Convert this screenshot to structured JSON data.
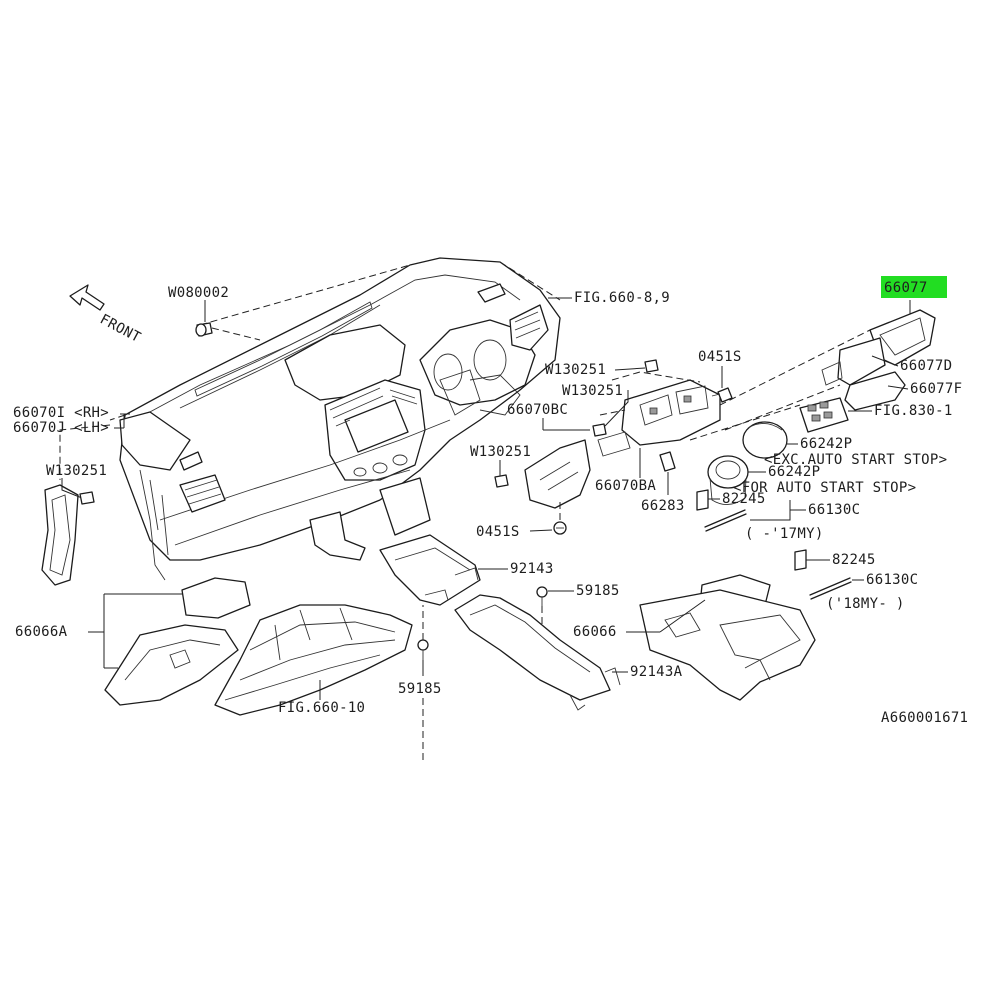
{
  "labels": {
    "w080002": "W080002",
    "front": "FRONT",
    "fig660_89": "FIG.660-8,9",
    "p66077": "66077",
    "p66077d": "66077D",
    "p66077f": "66077F",
    "fig830_1": "FIG.830-1",
    "p0451s_top": "0451S",
    "w130251_a": "W130251",
    "w130251_b": "W130251",
    "w130251_c": "W130251",
    "w130251_left": "W130251",
    "p66070bc": "66070BC",
    "p66070i": "66070I <RH>",
    "p66070j": "66070J <LH>",
    "p66070ba": "66070BA",
    "p0451s_bot": "0451S",
    "p66242p_a": "66242P",
    "exc_auto": "<EXC.AUTO START STOP>",
    "p66242p_b": "66242P",
    "for_auto": "<FOR AUTO START STOP>",
    "p66283": "66283",
    "p82245_a": "82245",
    "p66130c_a": "66130C",
    "my17": "( -'17MY)",
    "p92143": "92143",
    "p59185_top": "59185",
    "p59185_bot": "59185",
    "p82245_b": "82245",
    "p66130c_b": "66130C",
    "my18": "('18MY- )",
    "p66066a": "66066A",
    "p66066": "66066",
    "p92143a": "92143A",
    "fig660_10": "FIG.660-10",
    "diagram_id": "A660001671"
  },
  "colors": {
    "highlight": "#22dd22",
    "line": "#1c1c1c"
  }
}
